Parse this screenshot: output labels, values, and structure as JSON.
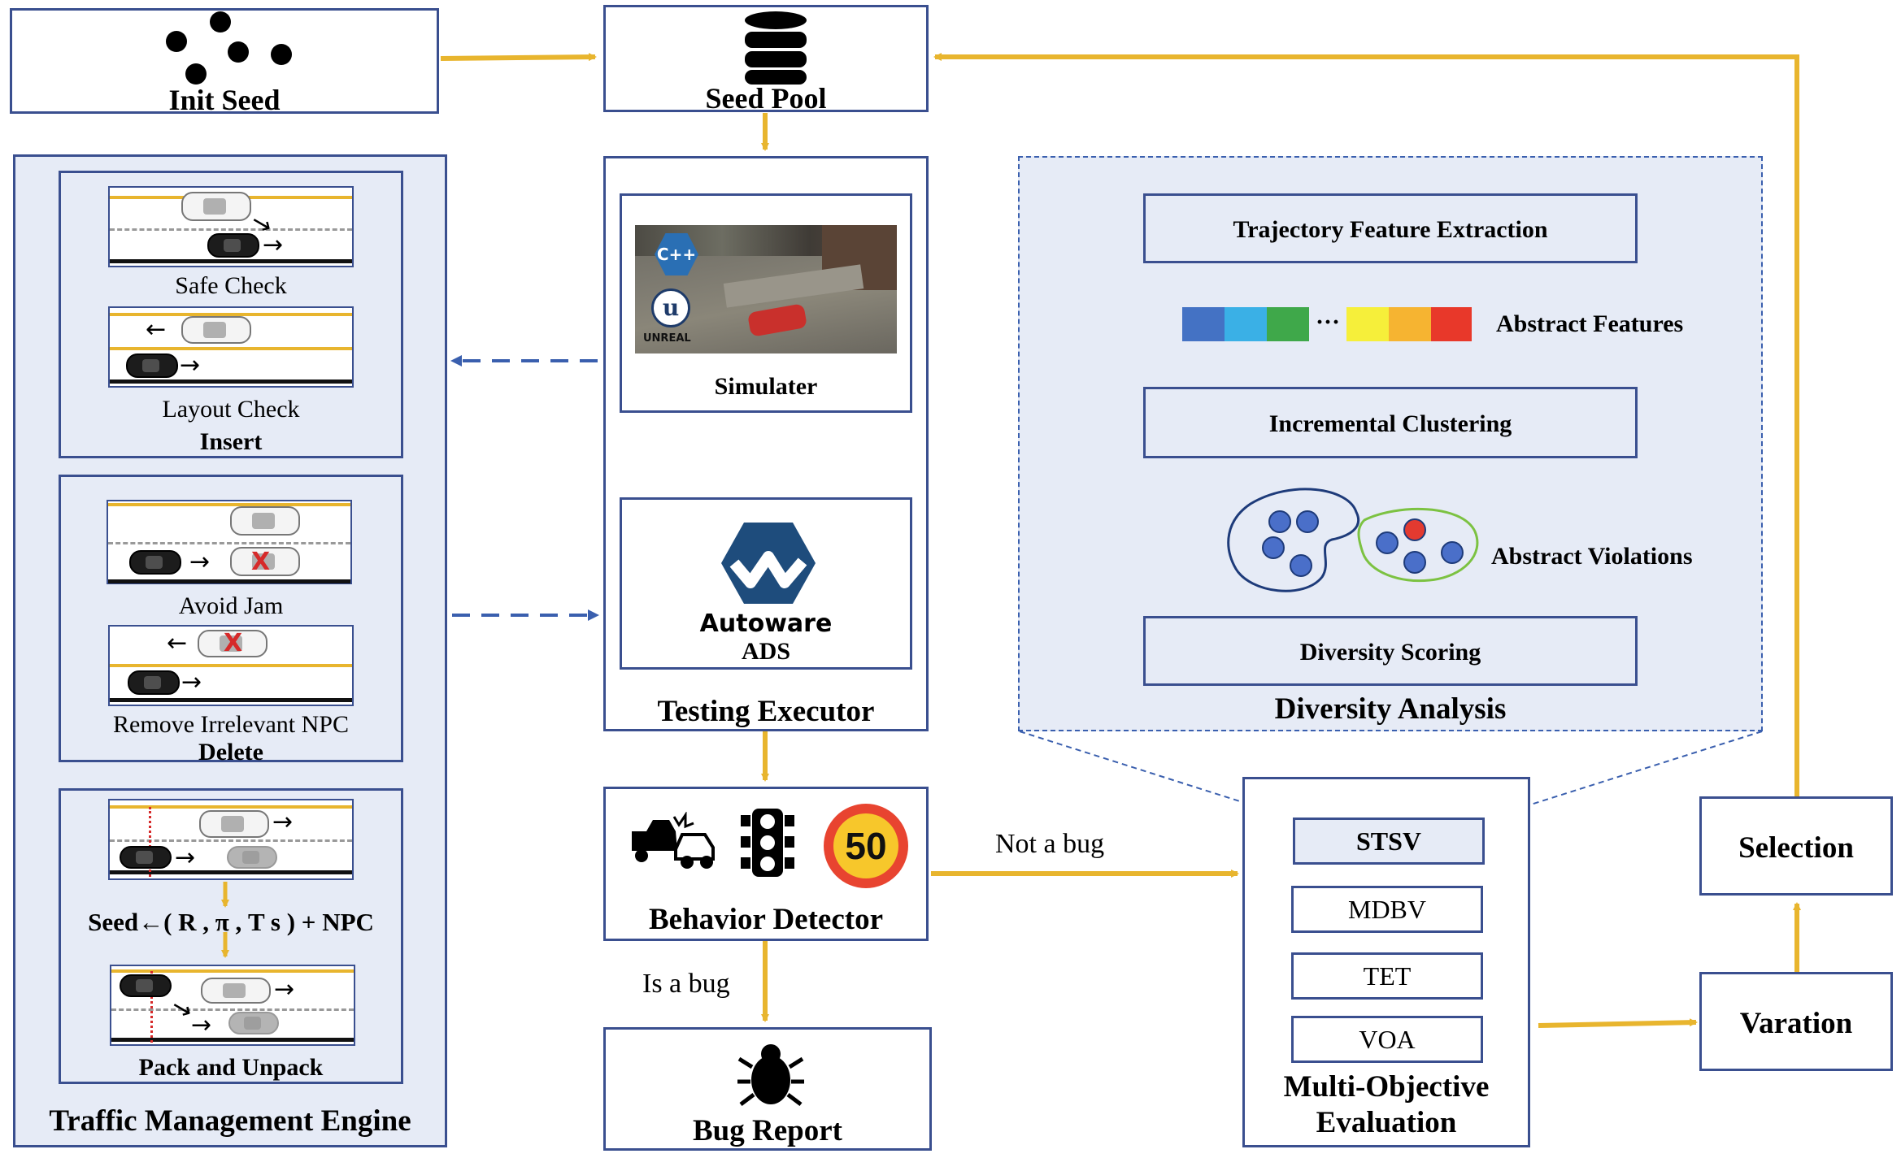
{
  "init_seed": {
    "label": "Init Seed"
  },
  "seed_pool": {
    "label": "Seed Pool"
  },
  "traffic_engine": {
    "title": "Traffic Management Engine",
    "insert": {
      "label": "Insert",
      "safe_check": "Safe Check",
      "layout_check": "Layout Check"
    },
    "delete": {
      "label": "Delete",
      "avoid_jam": "Avoid Jam",
      "remove_npc": "Remove Irrelevant  NPC"
    },
    "pack": {
      "label": "Pack and Unpack",
      "formula": "Seed←( R , π , T s ) + NPC"
    }
  },
  "testing_executor": {
    "title": "Testing Executor",
    "simulator_label": "Simulater",
    "unreal_text": "UNREAL",
    "cpp_text": "C++",
    "autoware_text": "Autoware",
    "ads_label": "ADS"
  },
  "behavior_detector": {
    "label": "Behavior Detector",
    "speed_sign": "50"
  },
  "bug_report": {
    "label": "Bug Report"
  },
  "diversity_analysis": {
    "title": "Diversity Analysis",
    "trajectory": "Trajectory Feature Extraction",
    "abstract_features": "Abstract Features",
    "ellipsis": "···",
    "clustering": "Incremental Clustering",
    "abstract_violations": "Abstract Violations",
    "diversity_scoring": "Diversity Scoring",
    "feature_colors": [
      "#4472c4",
      "#3ab0e6",
      "#3fa84a",
      "#f6ef3a",
      "#f6b431",
      "#e8382a"
    ]
  },
  "moe": {
    "title_line1": "Multi-Objective",
    "title_line2": "Evaluation",
    "metrics": [
      "STSV",
      "MDBV",
      "TET",
      "VOA"
    ]
  },
  "selection": {
    "label": "Selection"
  },
  "variation": {
    "label": "Varation"
  },
  "edges": {
    "not_bug": "Not a bug",
    "is_bug": "Is a bug"
  },
  "colors": {
    "flow_arrow": "#e8b52e",
    "box_border": "#3a4f8f",
    "panel_fill": "#e6ebf6",
    "dashed": "#3a5fae"
  }
}
